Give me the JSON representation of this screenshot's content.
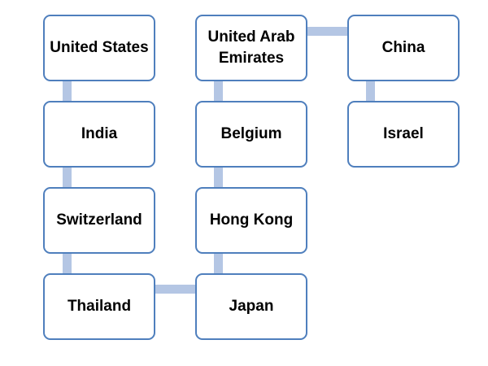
{
  "nodes": [
    {
      "label": "United States"
    },
    {
      "label": "India"
    },
    {
      "label": "Switzerland"
    },
    {
      "label": "Thailand"
    },
    {
      "label": "Japan"
    },
    {
      "label": "Hong Kong"
    },
    {
      "label": "Belgium"
    },
    {
      "label": "United Arab Emirates"
    },
    {
      "label": "China"
    },
    {
      "label": "Israel"
    }
  ],
  "colors": {
    "border": "#4f7fbd",
    "connector": "#b4c6e4"
  }
}
